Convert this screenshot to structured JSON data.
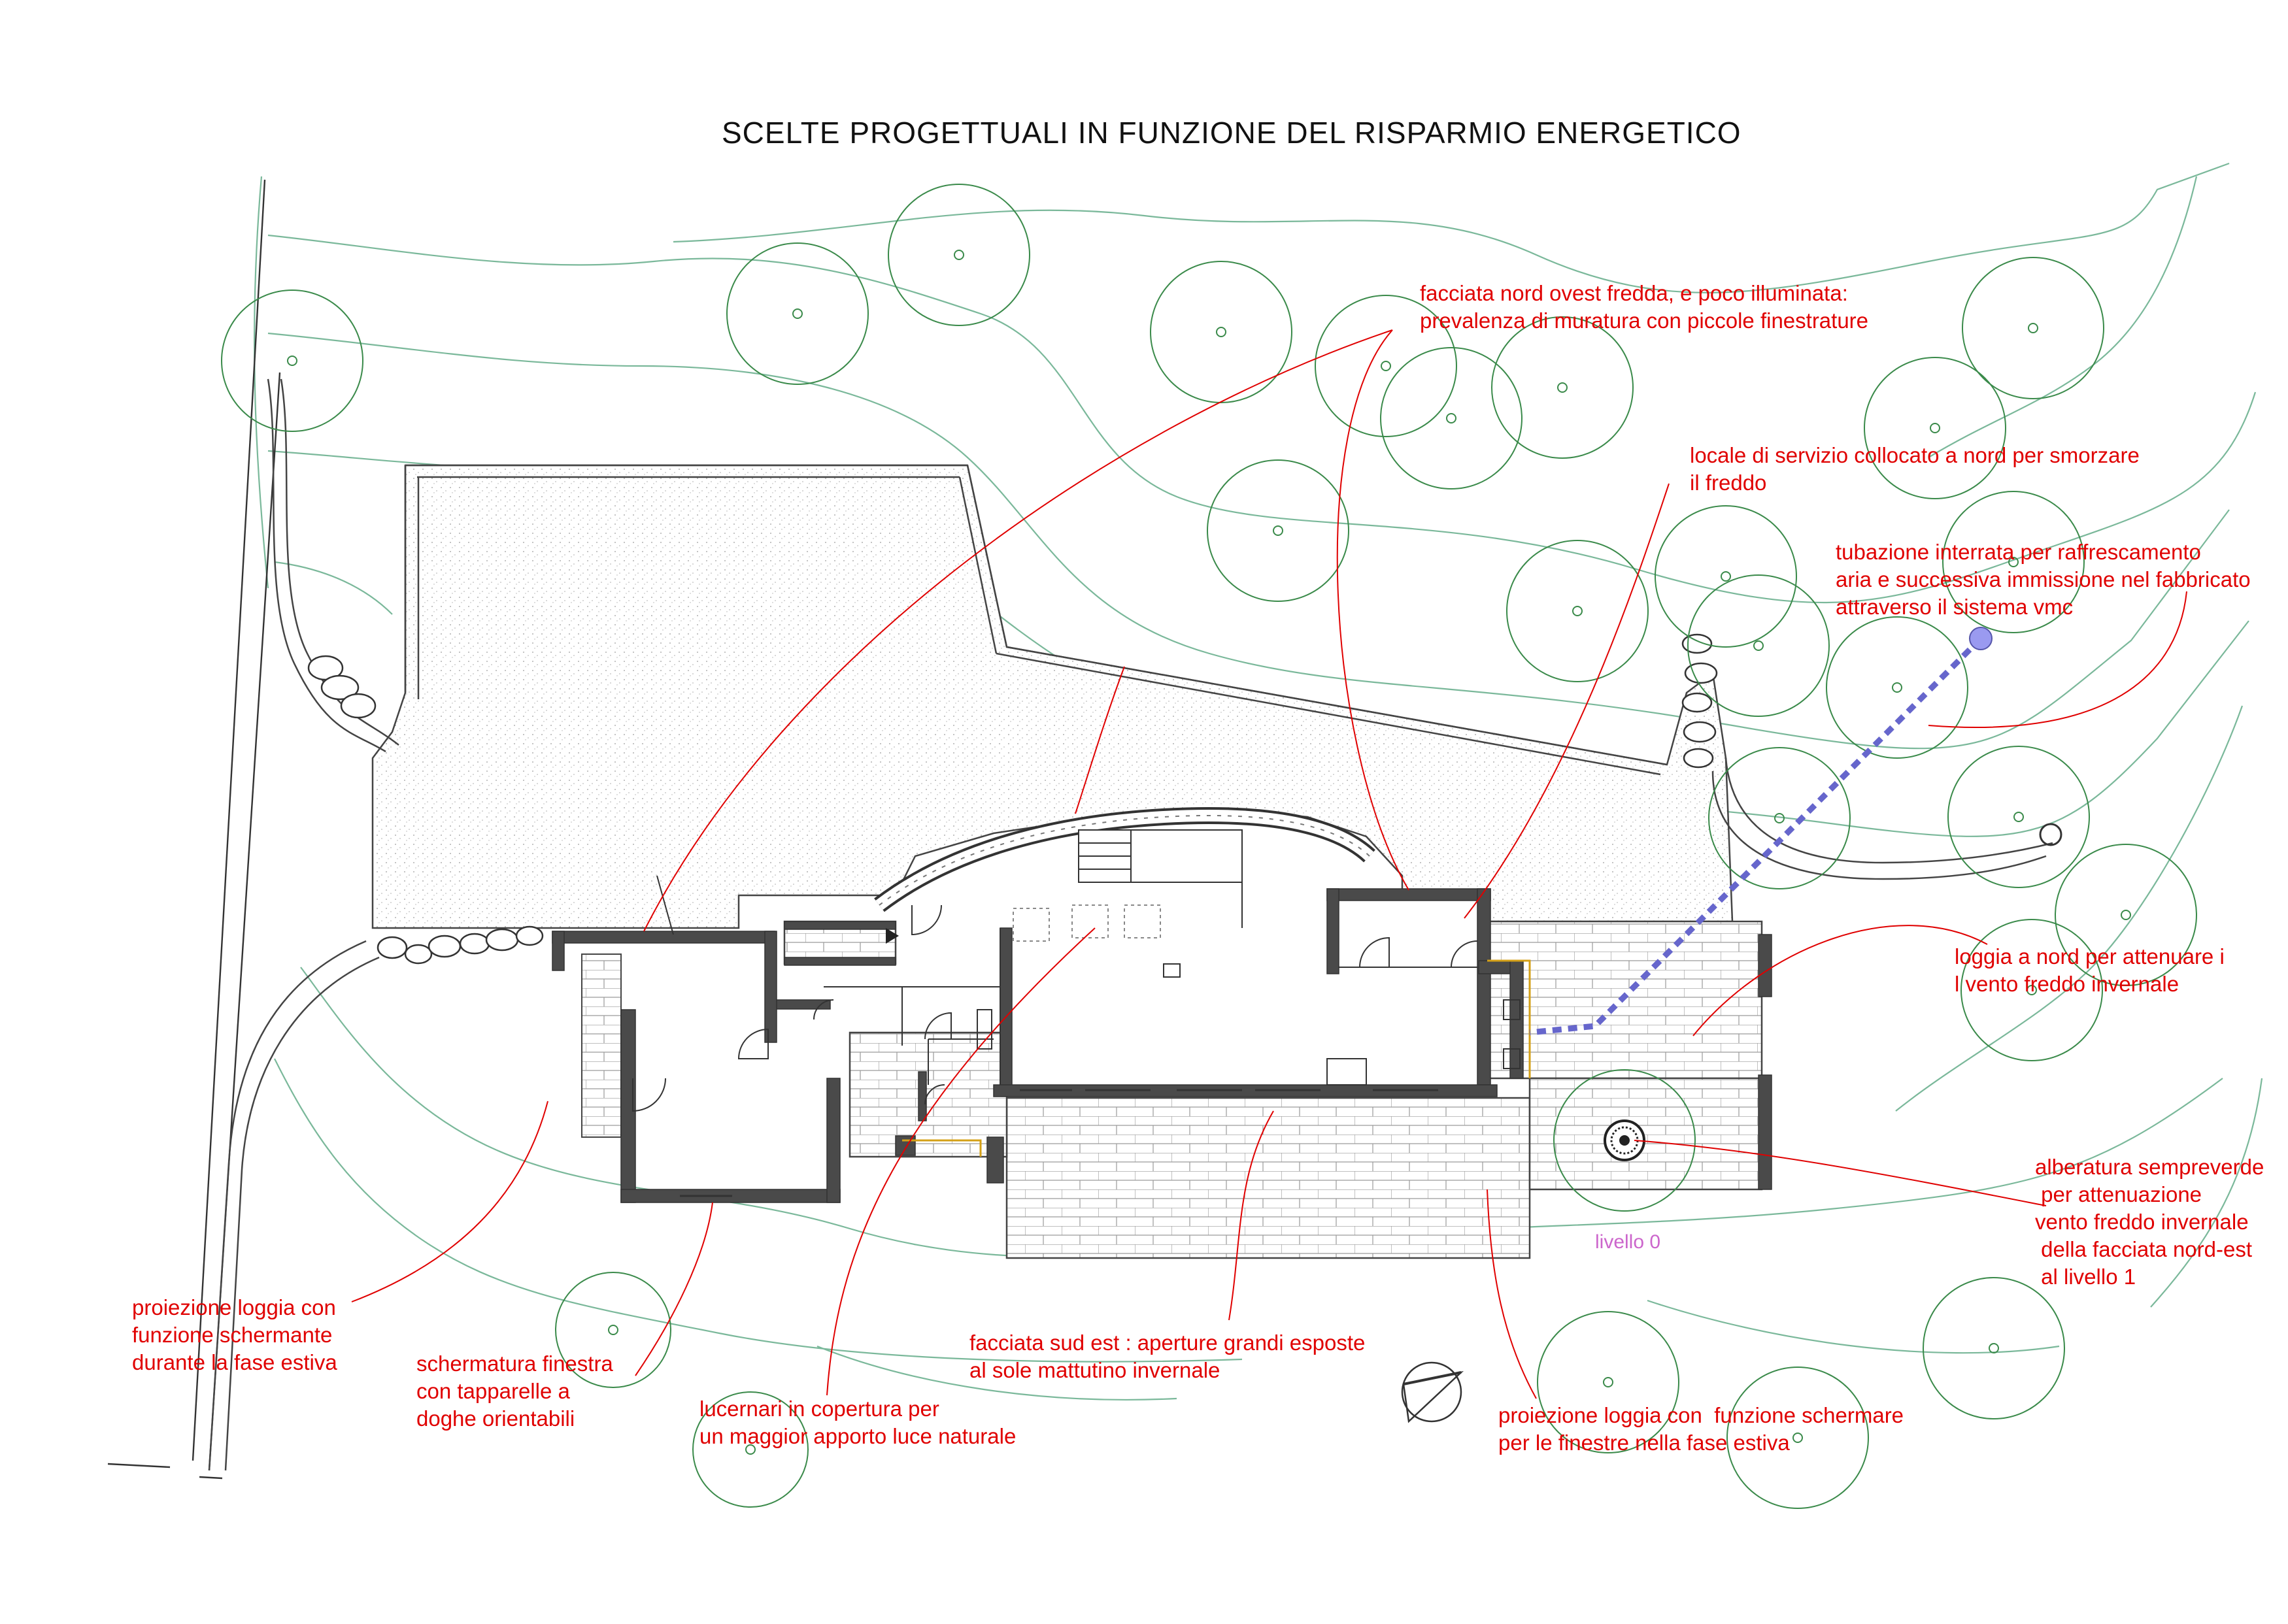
{
  "title": "SCELTE PROGETTUALI IN FUNZIONE DEL RISPARMIO ENERGETICO",
  "colors": {
    "annotation": "#e00000",
    "contour": "#7ab89a",
    "tree": "#3a8a4a",
    "walls": "#555555",
    "pipe": "#6666cc",
    "level_label": "#cc66cc"
  },
  "annotations": [
    {
      "id": "nw-facade",
      "lines": [
        "facciata nord ovest fredda, e poco illuminata:",
        "prevalenza di muratura con piccole finestrature"
      ]
    },
    {
      "id": "service-room",
      "lines": [
        "locale di servizio collocato a nord per smorzare",
        "il freddo"
      ]
    },
    {
      "id": "buried-pipe",
      "lines": [
        "tubazione interrata per raffrescamento",
        "aria e successiva immissione nel fabbricato",
        "attraverso il sistema vmc"
      ]
    },
    {
      "id": "north-loggia",
      "lines": [
        "loggia a nord per attenuare i",
        "l vento freddo invernale"
      ]
    },
    {
      "id": "evergreen",
      "lines": [
        "alberatura sempreverde",
        " per attenuazione",
        "vento freddo invernale",
        " della facciata nord-est",
        " al livello 1"
      ]
    },
    {
      "id": "loggia-summer",
      "lines": [
        "proiezione loggia con",
        "funzione schermante",
        "durante la fase estiva"
      ]
    },
    {
      "id": "window-shading",
      "lines": [
        "schermatura finestra",
        "con tapparelle a",
        "doghe orientabili"
      ]
    },
    {
      "id": "skylights",
      "lines": [
        "lucernari in copertura per",
        "un maggior apporto luce naturale"
      ]
    },
    {
      "id": "se-facade",
      "lines": [
        "facciata sud est : aperture grandi esposte",
        "al sole mattutino invernale"
      ]
    },
    {
      "id": "loggia-windows",
      "lines": [
        "proiezione loggia con  funzione schermare",
        "per le finestre nella fase estiva"
      ]
    }
  ],
  "level_label": "livello 0",
  "icons": [
    "tree-icon",
    "north-arrow-icon",
    "skylight-icon",
    "door-swing-icon"
  ]
}
